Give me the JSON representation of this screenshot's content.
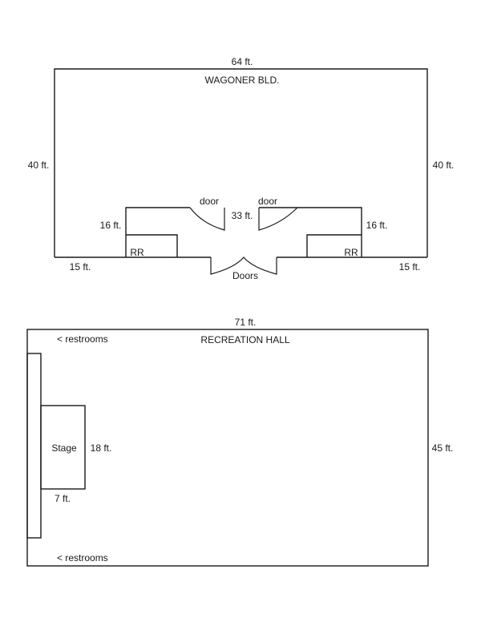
{
  "wagoner": {
    "title": "WAGONER BLD.",
    "top_width": "64 ft.",
    "left_height": "40 ft.",
    "right_height": "40 ft.",
    "wing_left_depth": "16 ft.",
    "wing_right_depth": "16 ft.",
    "lobby_width": "33 ft.",
    "bottom_left_width": "15 ft.",
    "bottom_right_width": "15 ft.",
    "door_left": "door",
    "door_right": "door",
    "restroom_left": "RR",
    "restroom_right": "RR",
    "entrance": "Doors"
  },
  "recreation": {
    "title": "RECREATION HALL",
    "top_width": "71 ft.",
    "right_height": "45 ft.",
    "restrooms_top": "< restrooms",
    "restrooms_bottom": "< restrooms",
    "stage_label": "Stage",
    "stage_depth": "18 ft.",
    "stage_width": "7 ft."
  }
}
